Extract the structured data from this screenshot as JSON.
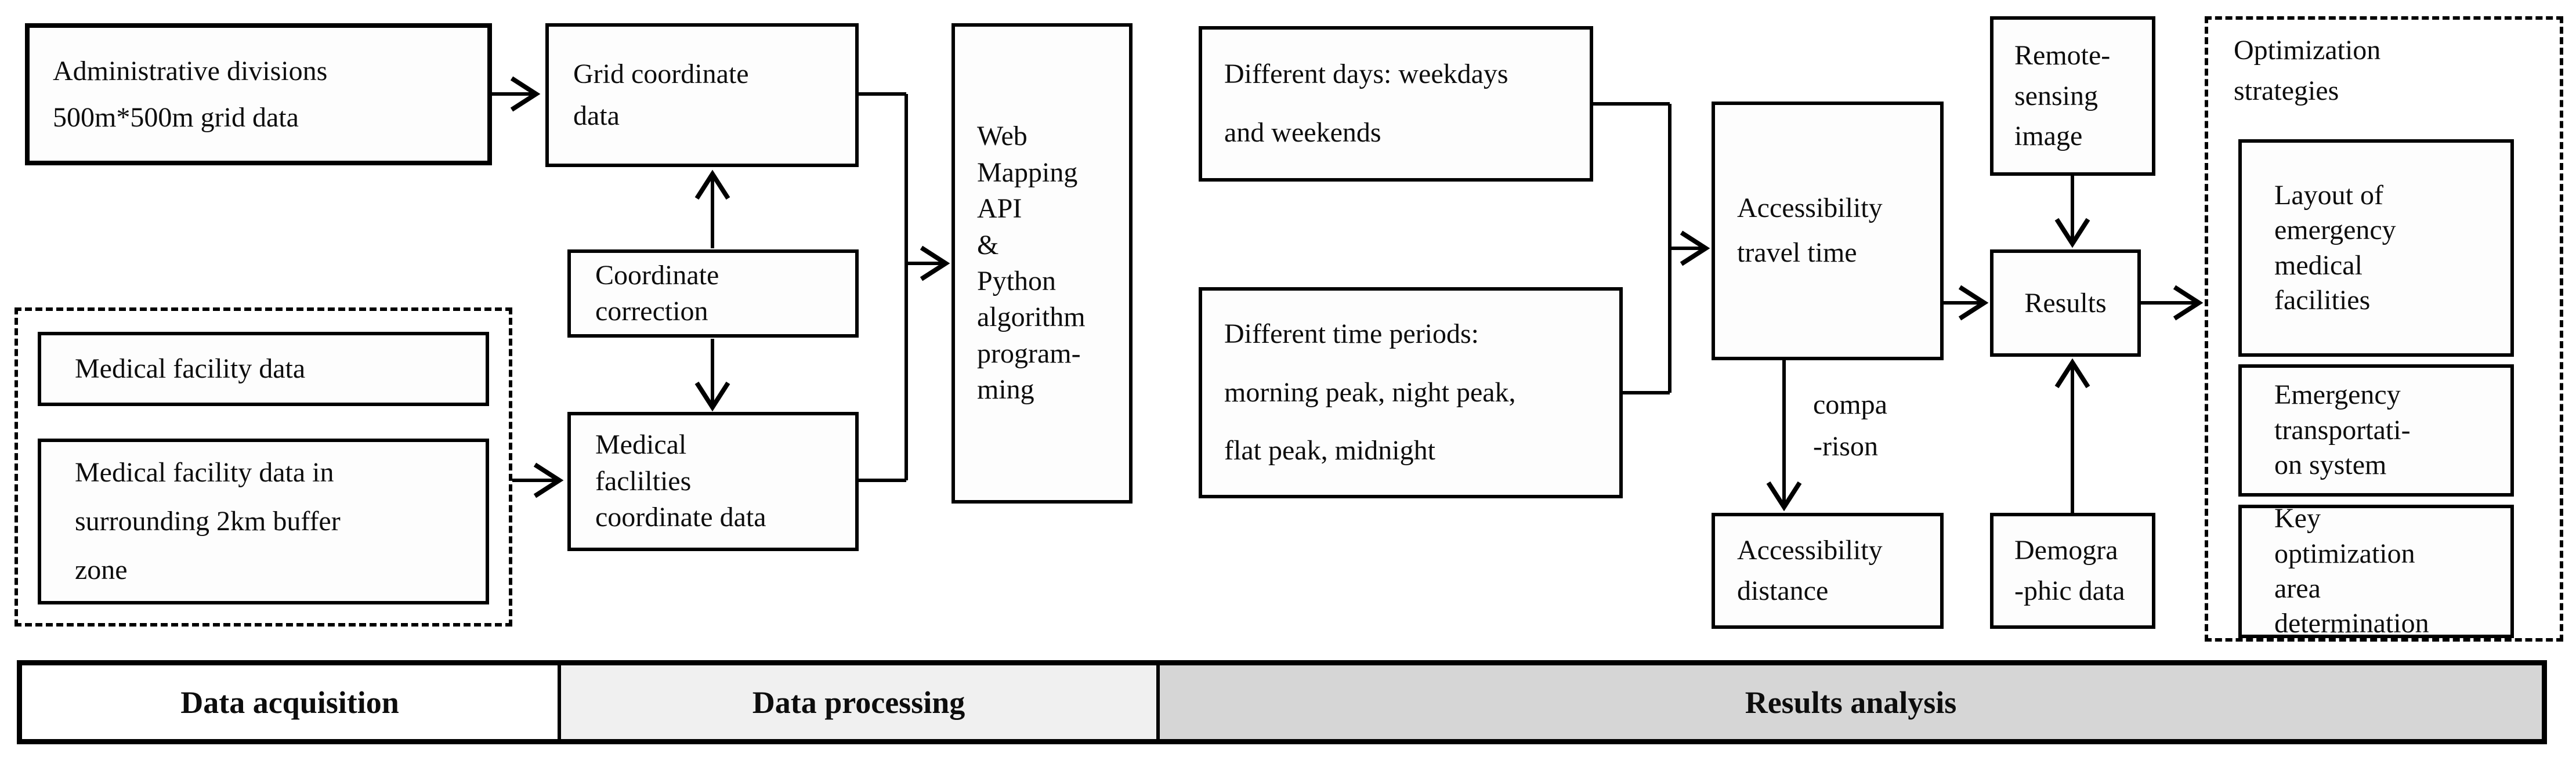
{
  "diagram": {
    "nodes": {
      "admin": "Administrative divisions\n500m*500m grid data",
      "grid": "Grid coordinate\ndata",
      "correction": "Coordinate\ncorrection",
      "med_coord": "Medical\nfaclilties\ncoordinate data",
      "med_facility": "Medical facility data",
      "med_buffer": "Medical facility data in\nsurrounding 2km buffer\nzone",
      "web_api": "Web\nMapping\nAPI\n&\nPython\nalgorithm\nprogram-\nming",
      "days": "Different days: weekdays\nand weekends",
      "periods": "Different time periods:\nmorning peak, night peak,\nflat peak, midnight",
      "access_time": "Accessibility\ntravel time",
      "remote": "Remote-\nsensing\nimage",
      "results": "Results",
      "access_dist": "Accessibility\ndistance",
      "demographic": "Demogra\n-phic data",
      "opt_title": "Optimization\nstrategies",
      "opt_layout": "Layout of\nemergency\nmedical\nfacilities",
      "opt_transport": "Emergency\ntransportati-\non system",
      "opt_key_area": "Key\noptimization\narea\ndetermination"
    },
    "edge_labels": {
      "comparison": "compa\n-rison"
    },
    "phases": [
      {
        "label": "Data acquisition",
        "fill": "#ffffff"
      },
      {
        "label": "Data processing",
        "fill": "#f0f0f0"
      },
      {
        "label": "Results analysis",
        "fill": "#d6d6d6"
      }
    ],
    "colors": {
      "line": "#000000",
      "background": "#ffffff"
    }
  }
}
